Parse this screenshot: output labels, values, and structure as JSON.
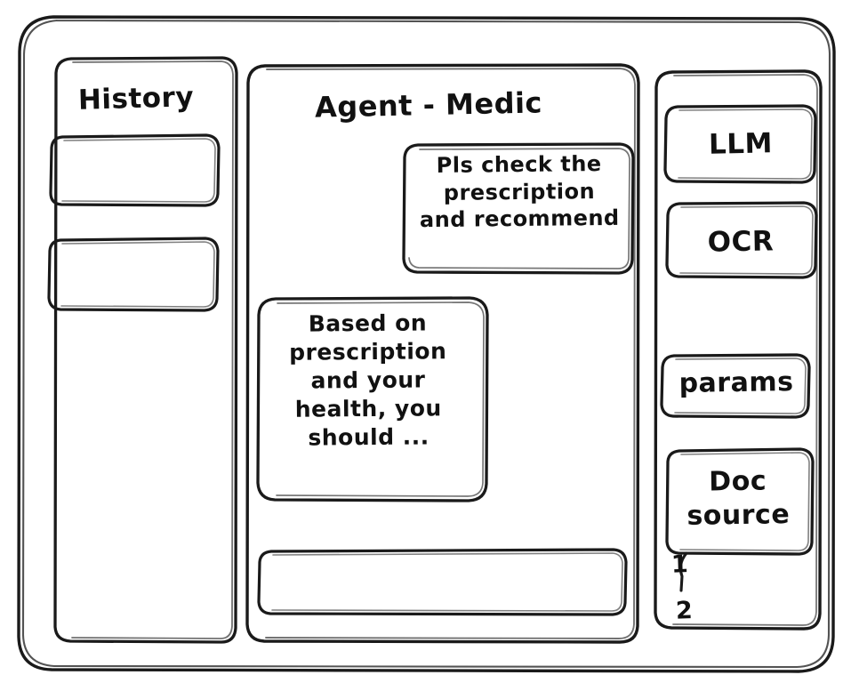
{
  "window": {
    "style": "hand-drawn-wireframe",
    "background_color": "#ffffff",
    "stroke_color": "#1a1a1a"
  },
  "sidebar_left": {
    "title": "History",
    "items": [
      {
        "label": ""
      },
      {
        "label": ""
      }
    ]
  },
  "main": {
    "title": "Agent - Medic",
    "messages": [
      {
        "role": "user",
        "text": "Pls check the\nprescription\nand recommend"
      },
      {
        "role": "assistant",
        "text": "Based on\nprescription\nand your\nhealth, you\nshould ..."
      }
    ],
    "composer": {
      "value": "",
      "placeholder": ""
    }
  },
  "sidebar_right": {
    "tools": [
      {
        "label": "LLM"
      },
      {
        "label": "OCR"
      },
      {
        "label": "params"
      }
    ],
    "doc_source": {
      "label": "Doc\nsource",
      "items": [
        {
          "label": "1"
        },
        {
          "label": "2"
        }
      ]
    }
  }
}
